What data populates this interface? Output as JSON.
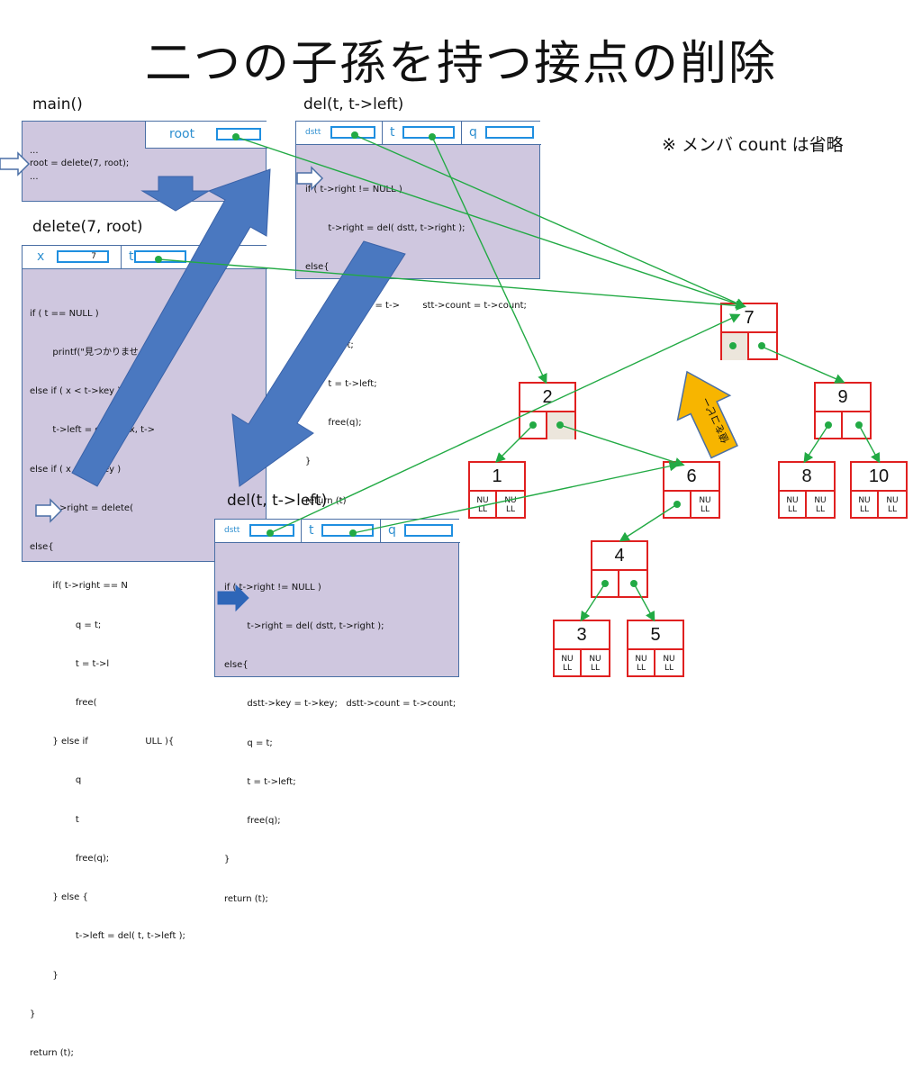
{
  "title": "二つの子孫を持つ接点の削除",
  "note": "※ メンバ count は省略",
  "frames": {
    "main": {
      "label": "main()",
      "root_label": "root",
      "code": [
        "...",
        "root = delete(7, root);",
        "..."
      ]
    },
    "delete": {
      "label": "delete(7, root)",
      "x_label": "x",
      "x_value": "7",
      "t_label": "t",
      "code": [
        "if ( t == NULL )",
        "        printf(\"見つかりませんで",
        "else if ( x < t->key )",
        "        t->left = delete( x, t->",
        "else if ( x > t->key )",
        "        t->right = delete(",
        "else{",
        "        if( t->right == N",
        "                q = t;",
        "                t = t->l",
        "                free(",
        "        } else if                    ULL ){",
        "                q",
        "                t",
        "                free(q);",
        "        } else {",
        "                t->left = del( t, t->left );",
        "        }",
        "}",
        "return (t);"
      ]
    },
    "del1": {
      "label": "del(t,  t->left)",
      "dstt_label": "dstt",
      "t_label": "t",
      "q_label": "q",
      "code": [
        "if ( t->right != NULL )",
        "        t->right = del( dstt, t->right );",
        "else{",
        "        dstt->key = t->        stt->count = t->count;",
        "        q = t;",
        "        t = t->left;",
        "        free(q);",
        "}",
        "return (t)"
      ]
    },
    "del2": {
      "label": "del(t,  t->left)",
      "dstt_label": "dstt",
      "t_label": "t",
      "q_label": "q",
      "code": [
        "if ( t->right != NULL )",
        "        t->right = del( dstt, t->right );",
        "else{",
        "        dstt->key = t->key;   dstt->count = t->count;",
        "        q = t;",
        "        t = t->left;",
        "        free(q);",
        "}",
        "return (t);"
      ]
    }
  },
  "tree": {
    "nodes": [
      {
        "id": "n7",
        "key": "7"
      },
      {
        "id": "n2",
        "key": "2"
      },
      {
        "id": "n9",
        "key": "9"
      },
      {
        "id": "n1",
        "key": "1",
        "left": "NU\nLL",
        "right": "NU\nLL"
      },
      {
        "id": "n6",
        "key": "6",
        "right": "NU\nLL"
      },
      {
        "id": "n8",
        "key": "8",
        "left": "NU\nLL",
        "right": "NU\nLL"
      },
      {
        "id": "n10",
        "key": "10",
        "left": "NU\nLL",
        "right": "NU\nLL"
      },
      {
        "id": "n4",
        "key": "4"
      },
      {
        "id": "n3",
        "key": "3",
        "left": "NU\nLL",
        "right": "NU\nLL"
      },
      {
        "id": "n5",
        "key": "5",
        "left": "NU\nLL",
        "right": "NU\nLL"
      }
    ],
    "copy_label": "値をコピー"
  },
  "colors": {
    "frame_fill": "#cfc7df",
    "frame_border": "#4a6fa5",
    "field_border": "#1f8fe0",
    "pointer_line": "#22aa44",
    "node_border": "#e02020",
    "big_arrow": "#4a78c0",
    "copy_arrow": "#f7b500"
  }
}
